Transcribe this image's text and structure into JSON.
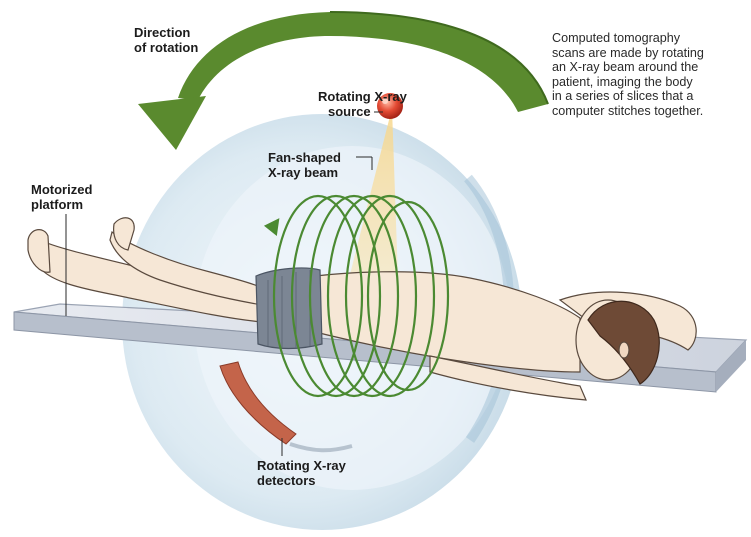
{
  "labels": {
    "direction": [
      "Direction",
      "of rotation"
    ],
    "source": [
      "Rotating X-ray",
      "source"
    ],
    "beam": [
      "Fan-shaped",
      "X-ray beam"
    ],
    "platform": [
      "Motorized",
      "platform"
    ],
    "detectors": [
      "Rotating X-ray",
      "detectors"
    ]
  },
  "description": [
    "Computed tomography",
    "scans are made by rotating",
    "an X-ray beam around the",
    "patient, imaging the body",
    "in a series of slices that a",
    "computer stitches together."
  ],
  "colors": {
    "arrow": "#5a8a2e",
    "rings": "#4b8a32",
    "gantry": "#cfe1ec",
    "beam": "#f5dc9a",
    "source": "#d8392b",
    "detector": "#c4644a",
    "skin": "#f6e7d6",
    "table": "#dfe3ec"
  }
}
